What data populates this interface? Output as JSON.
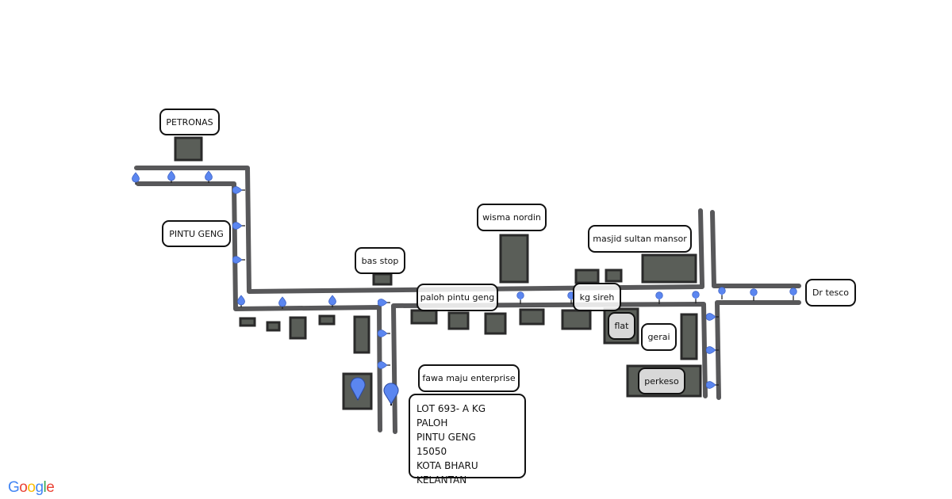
{
  "map": {
    "labels": {
      "petronas": "PETRONAS",
      "pintu_geng": "PINTU GENG",
      "bas_stop": "bas stop",
      "wisma_nordin": "wisma nordin",
      "masjid": "masjid sultan mansor",
      "paloh_pintu_geng": "paloh pintu geng",
      "kg_sireh": "kg sireh",
      "flat": "flat",
      "gerai": "gerai",
      "perkeso": "perkeso",
      "dr_tesco": "Dr tesco",
      "fawa_maju": "fawa maju enterprise"
    },
    "address": {
      "line1": "LOT 693- A KG PALOH",
      "line2": "PINTU GENG",
      "line3": "15050",
      "line4": "KOTA BHARU",
      "line5": "KELANTAN"
    },
    "colors": {
      "road": "#58585a",
      "building_fill": "#5a5e58",
      "building_border": "#2a2a2a",
      "pin": "#5b86f0"
    }
  },
  "logo": {
    "text": "Google",
    "letters": [
      "G",
      "o",
      "o",
      "g",
      "l",
      "e"
    ],
    "colors": [
      "#4285F4",
      "#EA4335",
      "#FBBC05",
      "#4285F4",
      "#34A853",
      "#EA4335"
    ]
  }
}
